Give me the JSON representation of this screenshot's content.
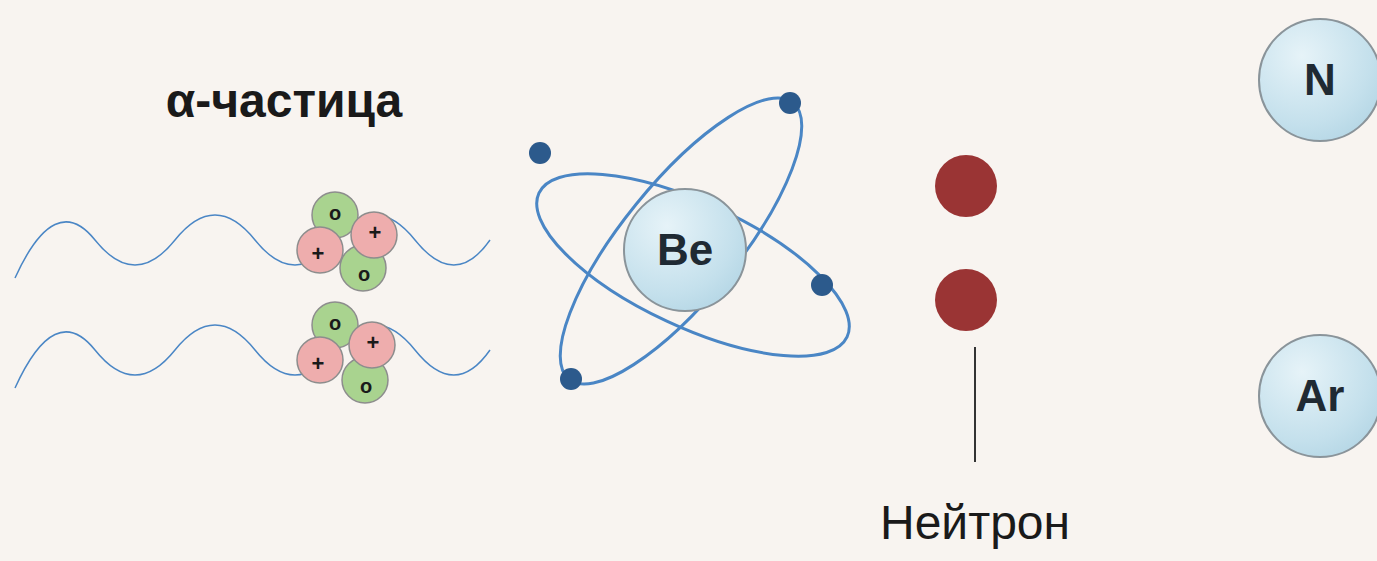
{
  "diagram": {
    "nodes": [
      {
        "text": [
          "Be"
        ]
      },
      {
        "text": [
          "N"
        ]
      },
      {
        "text": [
          "Ar"
        ]
      }
    ],
    "labels": [
      "α-частица",
      "o",
      "+",
      "+",
      "o",
      "o",
      "+",
      "+",
      "o",
      "Нейтрон"
    ]
  }
}
